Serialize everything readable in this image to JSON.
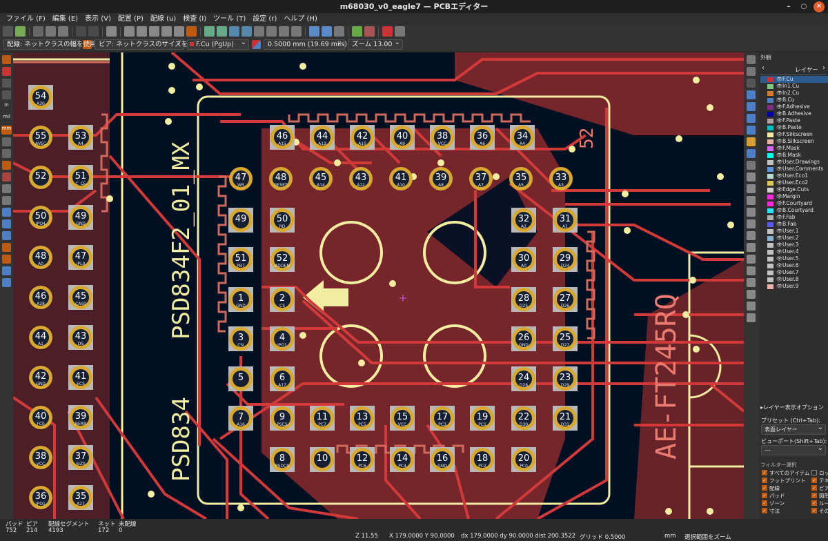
{
  "window": {
    "title": "m68030_v0_eagle7 — PCBエディター"
  },
  "menu": [
    "ファイル (F)",
    "編集 (E)",
    "表示 (V)",
    "配置 (P)",
    "配線 (u)",
    "検査 (I)",
    "ツール (T)",
    "設定 (r)",
    "ヘルプ (H)"
  ],
  "toolbar2": {
    "track_width": "配線: ネットクラスの幅を使用",
    "via_size": "ビア: ネットクラスのサイズを使用",
    "layer": "F.Cu (PgUp)",
    "grid": "0.5000 mm (19.69 mils)",
    "zoom": "ズーム 13.00"
  },
  "left_tools": {
    "in_label": "in",
    "mil_label": "mil",
    "mm_label": "mm"
  },
  "panel": {
    "title": "外観",
    "tab": "レイヤー",
    "layers": [
      {
        "name": "F.Cu",
        "color": "#c83232",
        "selected": true
      },
      {
        "name": "In1.Cu",
        "color": "#7fc87f"
      },
      {
        "name": "In2.Cu",
        "color": "#ce7d2c"
      },
      {
        "name": "B.Cu",
        "color": "#4d7fc4"
      },
      {
        "name": "F.Adhesive",
        "color": "#842a84"
      },
      {
        "name": "B.Adhesive",
        "color": "#0000a8"
      },
      {
        "name": "F.Paste",
        "color": "#b4a0a0"
      },
      {
        "name": "B.Paste",
        "color": "#00c2c2"
      },
      {
        "name": "F.Silkscreen",
        "color": "#f2eda1"
      },
      {
        "name": "B.Silkscreen",
        "color": "#e8b2a7"
      },
      {
        "name": "F.Mask",
        "color": "#d864ff"
      },
      {
        "name": "B.Mask",
        "color": "#02ffee"
      },
      {
        "name": "User.Drawings",
        "color": "#c2c2c2"
      },
      {
        "name": "User.Comments",
        "color": "#5994dc"
      },
      {
        "name": "User.Eco1",
        "color": "#b4dbd2"
      },
      {
        "name": "User.Eco2",
        "color": "#d8c852"
      },
      {
        "name": "Edge.Cuts",
        "color": "#d0d2cd"
      },
      {
        "name": "Margin",
        "color": "#ff26e2"
      },
      {
        "name": "F.Courtyard",
        "color": "#ff26e2"
      },
      {
        "name": "B.Courtyard",
        "color": "#26e9ff"
      },
      {
        "name": "F.Fab",
        "color": "#afafaf"
      },
      {
        "name": "B.Fab",
        "color": "#5858ea"
      },
      {
        "name": "User.1",
        "color": "#c2c2c2"
      },
      {
        "name": "User.2",
        "color": "#89b2d2"
      },
      {
        "name": "User.3",
        "color": "#c2c2c2"
      },
      {
        "name": "User.4",
        "color": "#c2c2c2"
      },
      {
        "name": "User.5",
        "color": "#c2c2c2"
      },
      {
        "name": "User.6",
        "color": "#c2c2c2"
      },
      {
        "name": "User.7",
        "color": "#c2c2c2"
      },
      {
        "name": "User.8",
        "color": "#c2c2c2"
      },
      {
        "name": "User.9",
        "color": "#e8b2a7"
      }
    ],
    "layer_options": "▸レイヤー表示オプション",
    "preset_label": "プリセット (Ctrl+Tab):",
    "preset_value": "表面レイヤー",
    "viewport_label": "ビューポート(Shift+Tab):",
    "viewport_value": "---",
    "filter_title": "フィルター選択",
    "filters": [
      "すべてのアイテム",
      "フットプリント",
      "配線",
      "パッド",
      "ゾーン",
      "寸法"
    ],
    "filters_right": [
      "ロッ",
      "テキ",
      "ビア",
      "図形",
      "ルー",
      "その"
    ]
  },
  "status": {
    "pads_label": "パッド",
    "pads_value": "752",
    "vias_label": "ビア",
    "vias_value": "214",
    "segments_label": "配線セグメント",
    "segments_value": "4193",
    "nets_label": "ネット",
    "nets_value": "172",
    "unrouted_label": "未配線",
    "unrouted_value": "0",
    "zoom": "Z 11.55",
    "cursor": "X 179.0000  Y 90.0000",
    "delta": "dx 179.0000  dy 90.0000  dist 200.3522",
    "grid": "グリッド 0.5000",
    "units": "mm",
    "mode": "選択範囲をズーム"
  },
  "board": {
    "silk_texts": [
      "PSD834F2_01_MX",
      "PSD834",
      "AE-FT245RQ",
      "52"
    ],
    "left_column_pads": [
      {
        "num": "54",
        "sig": "A30"
      },
      {
        "num": "55",
        "sig": "AVEC"
      },
      {
        "num": "52",
        "sig": ""
      },
      {
        "num": "50",
        "sig": "IPO4"
      },
      {
        "num": "48",
        "sig": "A0"
      },
      {
        "num": "46",
        "sig": "A28"
      },
      {
        "num": "44",
        "sig": "A1"
      },
      {
        "num": "42",
        "sig": "GND"
      },
      {
        "num": "40",
        "sig": "FC0"
      },
      {
        "num": "38",
        "sig": "VCC"
      },
      {
        "num": "36",
        "sig": "IPO1"
      }
    ],
    "second_column_pads": [
      {
        "num": "53",
        "sig": "A4"
      },
      {
        "num": "51",
        "sig": "C_CE"
      },
      {
        "num": "49",
        "sig": "GND"
      },
      {
        "num": "47",
        "sig": "IPL0"
      },
      {
        "num": "45",
        "sig": "CAS0"
      },
      {
        "num": "43",
        "sig": "DS"
      },
      {
        "num": "41",
        "sig": "ECS"
      },
      {
        "num": "39",
        "sig": "BERR"
      },
      {
        "num": "37",
        "sig": "SIZ0"
      },
      {
        "num": "35",
        "sig": "A27"
      }
    ],
    "psd_top_row": [
      {
        "num": "46",
        "sig": "A15"
      },
      {
        "num": "44",
        "sig": "A13"
      },
      {
        "num": "42",
        "sig": "A10"
      },
      {
        "num": "40",
        "sig": "A9"
      },
      {
        "num": "38",
        "sig": "VCC"
      },
      {
        "num": "36",
        "sig": "A6"
      },
      {
        "num": "34",
        "sig": "A4"
      }
    ],
    "psd_row2": [
      {
        "num": "47",
        "sig": "WR"
      },
      {
        "num": "48",
        "sig": "RESET"
      },
      {
        "num": "45",
        "sig": "A14"
      },
      {
        "num": "43",
        "sig": "A12"
      },
      {
        "num": "41",
        "sig": "A10"
      },
      {
        "num": "39",
        "sig": "A8"
      },
      {
        "num": "37",
        "sig": "A7"
      },
      {
        "num": "35",
        "sig": "A5"
      },
      {
        "num": "33",
        "sig": "A3"
      }
    ],
    "psd_left_col": [
      {
        "num": "49",
        "sig": ""
      },
      {
        "num": "50",
        "sig": "RD"
      },
      {
        "num": "51",
        "sig": "PB7"
      },
      {
        "num": "52",
        "sig": "ADDEN"
      },
      {
        "num": "1",
        "sig": "GND"
      },
      {
        "num": "2",
        "sig": "CS"
      },
      {
        "num": "3",
        "sig": "CSI"
      },
      {
        "num": "4",
        "sig": "IPO1"
      },
      {
        "num": "5",
        "sig": ""
      },
      {
        "num": "6",
        "sig": "A17"
      },
      {
        "num": "7",
        "sig": "A16"
      },
      {
        "num": "9",
        "sig": "PSCS"
      },
      {
        "num": "8",
        "sig": "PSDCS"
      }
    ],
    "psd_right_col": [
      {
        "num": "32",
        "sig": "A2"
      },
      {
        "num": "31",
        "sig": "A1"
      },
      {
        "num": "30",
        "sig": "A0"
      },
      {
        "num": "29",
        "sig": "D24"
      },
      {
        "num": "28",
        "sig": "D25"
      },
      {
        "num": "27",
        "sig": "D26"
      },
      {
        "num": "26",
        "sig": "GND"
      },
      {
        "num": "25",
        "sig": "D27"
      },
      {
        "num": "24",
        "sig": "D28"
      },
      {
        "num": "23",
        "sig": "D29"
      },
      {
        "num": "22",
        "sig": "D30"
      },
      {
        "num": "21",
        "sig": "D31"
      },
      {
        "num": "20",
        "sig": "PC0"
      }
    ],
    "psd_bottom_row": [
      {
        "num": "11",
        "sig": "PC7"
      },
      {
        "num": "13",
        "sig": "PC5"
      },
      {
        "num": "15",
        "sig": "VCC"
      },
      {
        "num": "17",
        "sig": "PC3"
      },
      {
        "num": "19",
        "sig": "PC1"
      }
    ],
    "psd_bottom_row2": [
      {
        "num": "10",
        "sig": ""
      },
      {
        "num": "12",
        "sig": "PC6"
      },
      {
        "num": "14",
        "sig": "PC4"
      },
      {
        "num": "16",
        "sig": "GND"
      },
      {
        "num": "18",
        "sig": "PC2"
      }
    ]
  }
}
